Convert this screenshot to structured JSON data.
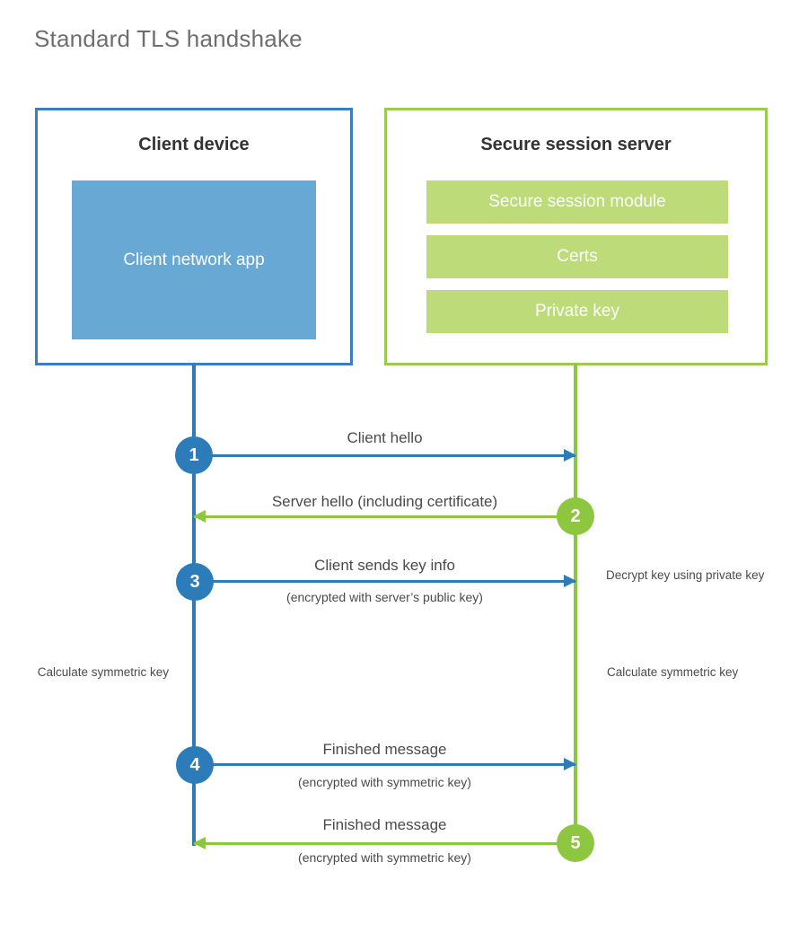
{
  "title": "Standard TLS handshake",
  "colors": {
    "client_border": "#3a7dc0",
    "client_accent": "#2b7cb9",
    "client_fill": "#68a8d5",
    "server_border": "#9bcb4e",
    "server_accent": "#8dc63f",
    "server_fill": "#bddb78",
    "title_text": "#6e6e6e",
    "body_text": "#4a4a4a",
    "heading_text": "#333333",
    "background": "#ffffff"
  },
  "client": {
    "heading": "Client device",
    "app_label": "Client network app"
  },
  "server": {
    "heading": "Secure session server",
    "modules": [
      {
        "label": "Secure session module"
      },
      {
        "label": "Certs"
      },
      {
        "label": "Private key"
      }
    ]
  },
  "steps": [
    {
      "number": "1",
      "label": "Client hello",
      "sublabel": "",
      "direction": "client-to-server",
      "color": "blue"
    },
    {
      "number": "2",
      "label": "Server hello (including certificate)",
      "sublabel": "",
      "direction": "server-to-client",
      "color": "green"
    },
    {
      "number": "3",
      "label": "Client sends key info",
      "sublabel": "(encrypted with server’s public key)",
      "direction": "client-to-server",
      "color": "blue"
    },
    {
      "number": "4",
      "label": "Finished message",
      "sublabel": "(encrypted with symmetric key)",
      "direction": "client-to-server",
      "color": "blue"
    },
    {
      "number": "5",
      "label": "Finished message",
      "sublabel": "(encrypted with symmetric key)",
      "direction": "server-to-client",
      "color": "green"
    }
  ],
  "notes": {
    "server_decrypt": "Decrypt key using private key",
    "client_calculate": "Calculate symmetric key",
    "server_calculate": "Calculate symmetric key"
  }
}
